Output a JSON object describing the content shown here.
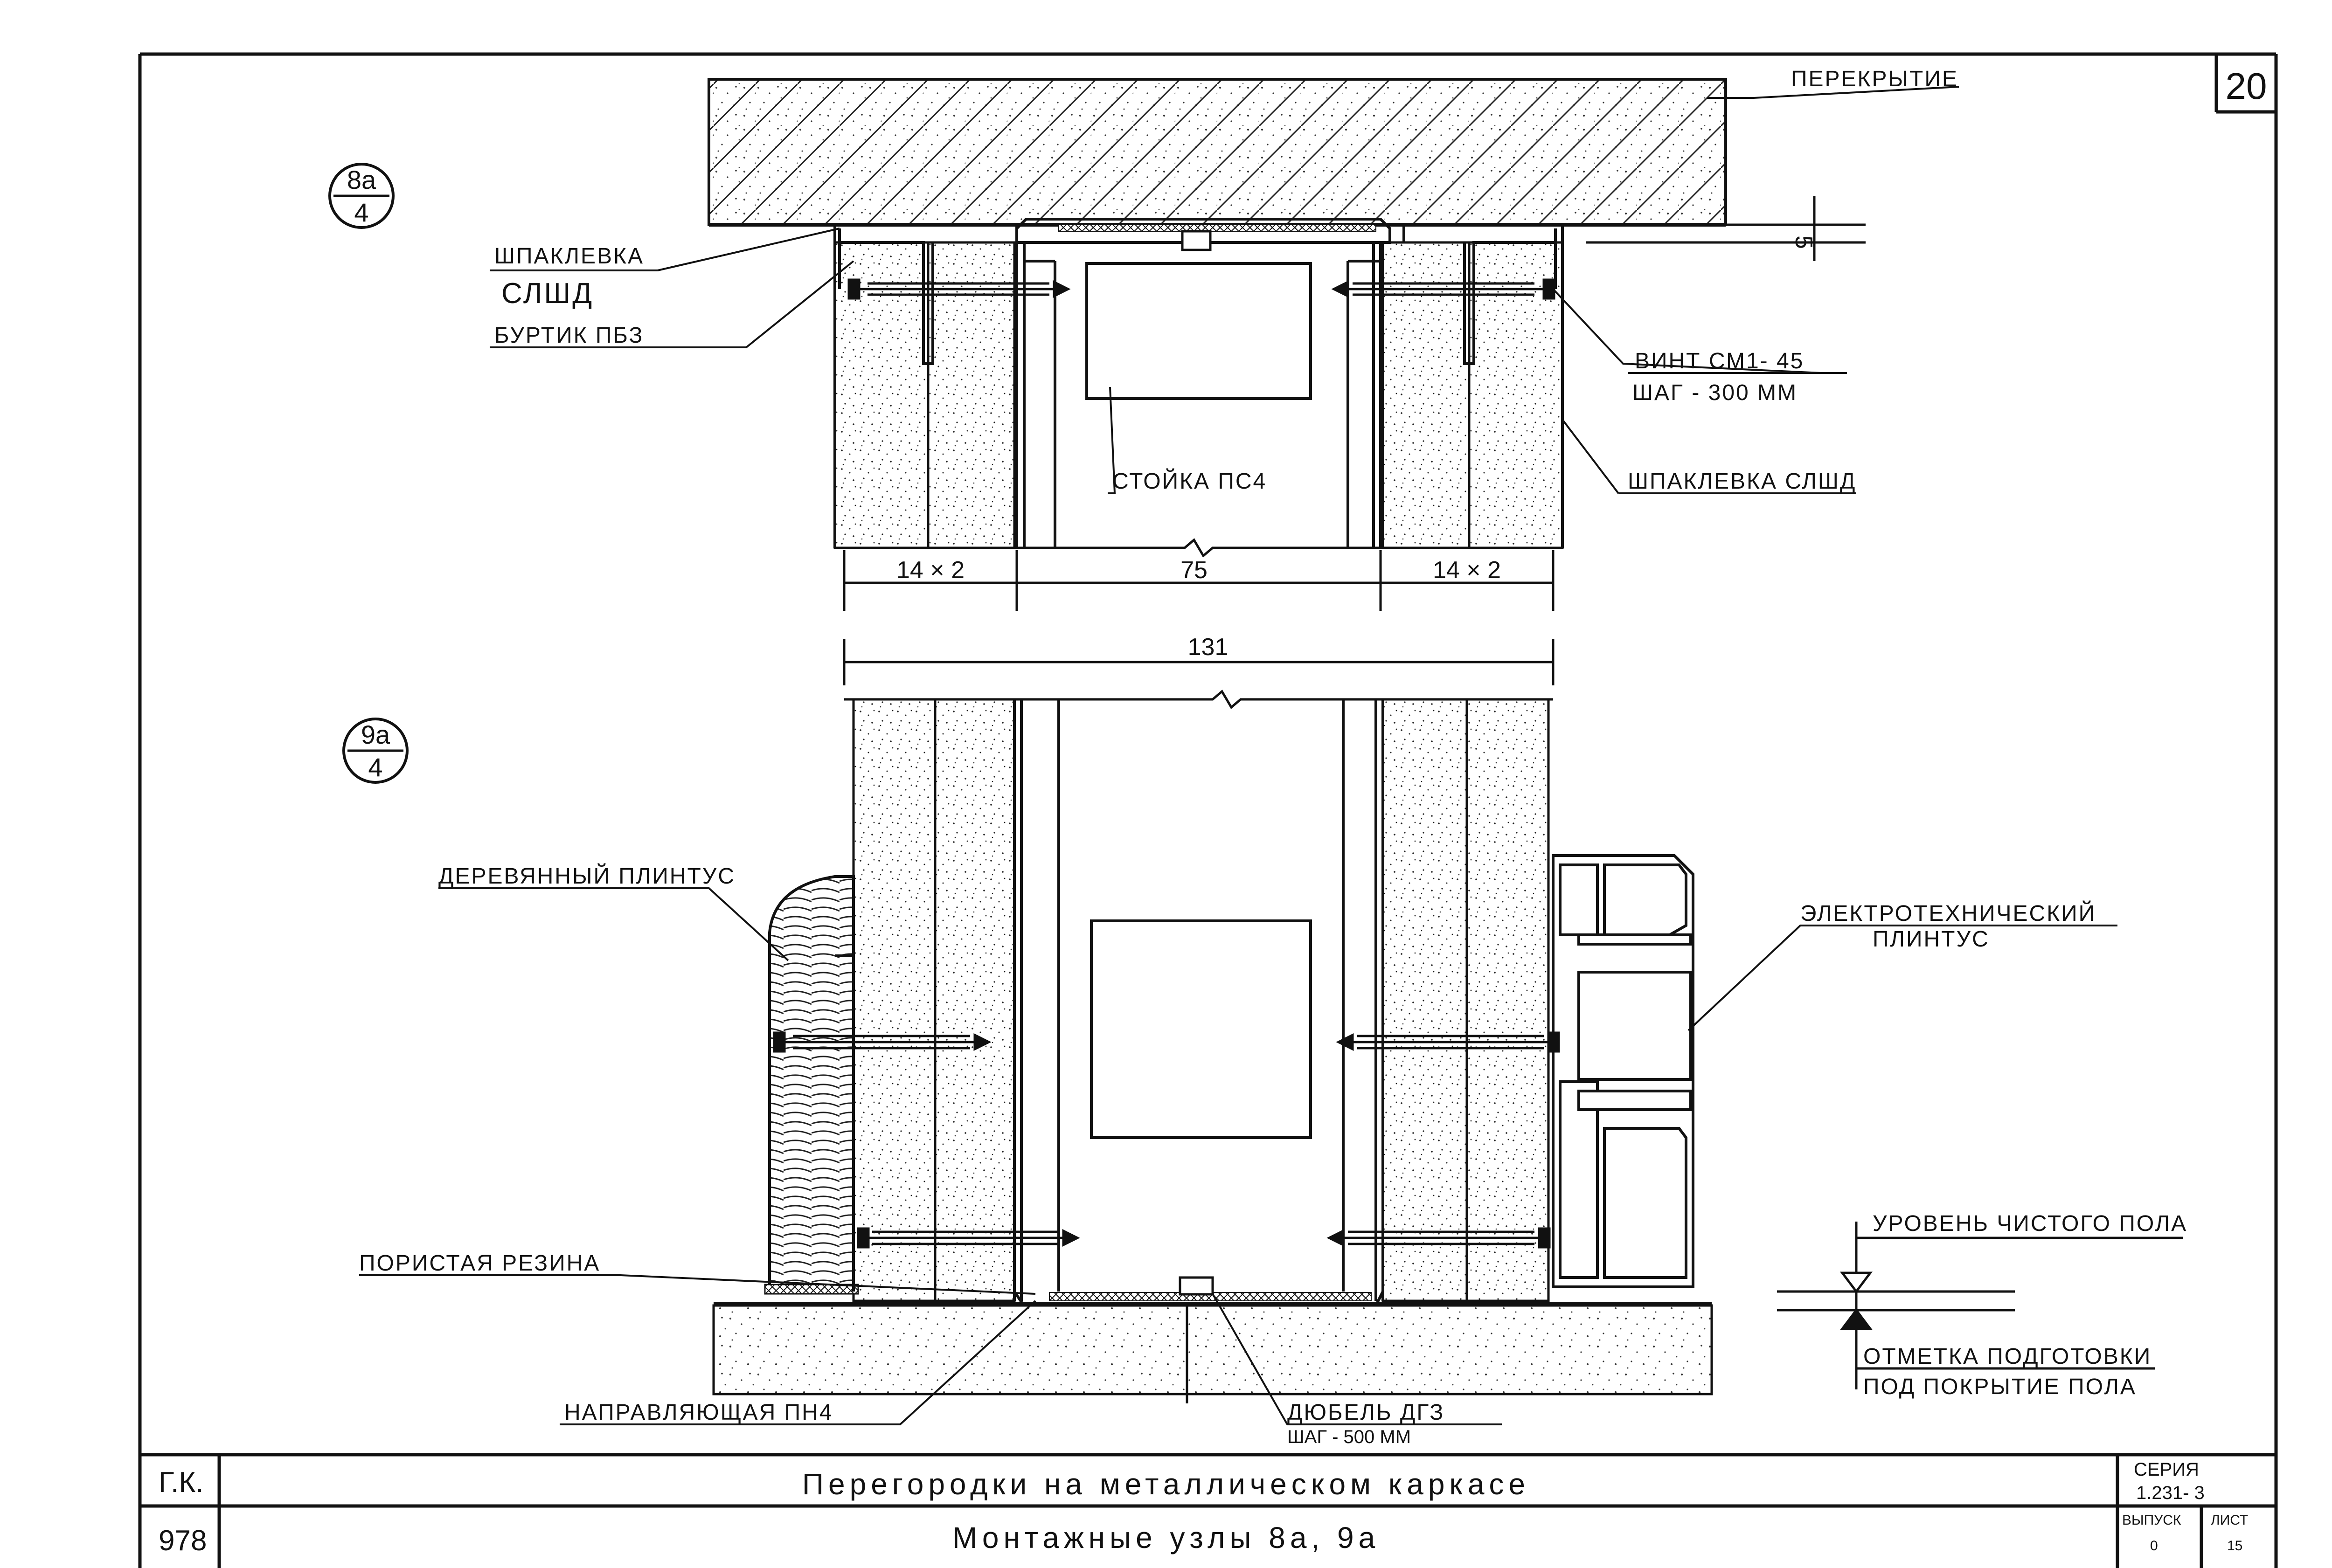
{
  "sheet_number": "20",
  "callouts": {
    "node_8a": {
      "top": "8a",
      "bottom": "4"
    },
    "node_9a": {
      "top": "9a",
      "bottom": "4"
    }
  },
  "labels": {
    "perekrytie": "ПЕРЕКРЫТИЕ",
    "shpaklevka_1": "ШПАКЛЕВКА",
    "slshd_1": "СЛШД",
    "burtik": "БУРТИК ПБЗ",
    "vint": "ВИНТ СМ1- 45",
    "shag_vint": "ШАГ - 300 ММ",
    "stoyka": "СТОЙКА ПС4",
    "shpaklevka_2": "ШПАКЛЕВКА СЛШД",
    "derev_plintus": "ДЕРЕВЯННЫЙ ПЛИНТУС",
    "elektro_plintus_1": "ЭЛЕКТРОТЕХНИЧЕСКИЙ",
    "elektro_plintus_2": "ПЛИНТУС",
    "poristaya": "ПОРИСТАЯ РЕЗИНА",
    "napravlyayuschaya": "НАПРАВЛЯЮЩАЯ ПН4",
    "dyubel": "ДЮБЕЛЬ ДГЗ",
    "shag_dyubel": "ШАГ - 500 ММ",
    "uroven": "УРОВЕНЬ ЧИСТОГО ПОЛА",
    "otmetka_1": "ОТМЕТКА ПОДГОТОВКИ",
    "otmetka_2": "ПОД ПОКРЫТИЕ ПОЛА"
  },
  "dimensions": {
    "gap": "5",
    "left_layer": "14 × 2",
    "middle": "75",
    "right_layer": "14 × 2",
    "total": "131"
  },
  "title_block": {
    "code_top": "Г.К.",
    "code_bottom": "978",
    "title_main": "Перегородки на металлическом каркасе",
    "title_sub": "Монтажные узлы 8а, 9а",
    "seriya_label": "СЕРИЯ",
    "seriya_value": "1.231- 3",
    "vypusk_label": "ВЫПУСК",
    "vypusk_value": "0",
    "list_label": "ЛИСТ",
    "list_value": "15"
  }
}
